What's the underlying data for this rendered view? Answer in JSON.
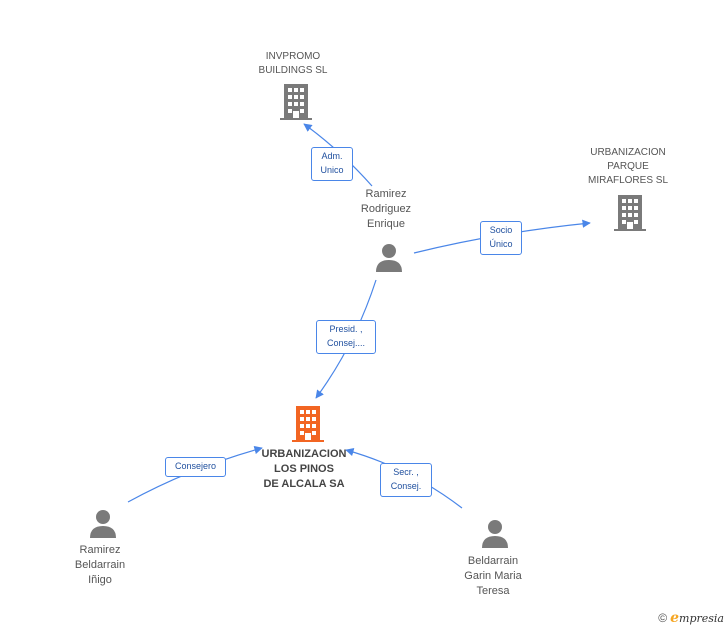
{
  "nodes": {
    "invpromo": {
      "lines": [
        "INVPROMO",
        "BUILDINGS  SL"
      ],
      "icon": "building-icon"
    },
    "parque": {
      "lines": [
        "URBANIZACION",
        "PARQUE",
        "MIRAFLORES SL"
      ],
      "icon": "building-icon"
    },
    "ramirez_enrique": {
      "lines": [
        "Ramirez",
        "Rodriguez",
        "Enrique"
      ],
      "icon": "person-icon"
    },
    "pinos": {
      "lines": [
        "URBANIZACION",
        "LOS PINOS",
        "DE ALCALA SA"
      ],
      "icon": "building-icon"
    },
    "ramirez_inigo": {
      "lines": [
        "Ramirez",
        "Beldarrain",
        "Iñigo"
      ],
      "icon": "person-icon"
    },
    "beldarrain": {
      "lines": [
        "Beldarrain",
        "Garin Maria",
        "Teresa"
      ],
      "icon": "person-icon"
    }
  },
  "edges": {
    "adm_unico": [
      "Adm.",
      "Unico"
    ],
    "socio_unico": [
      "Socio",
      "Único"
    ],
    "presid": [
      "Presid. ,",
      "Consej...."
    ],
    "consejero": [
      "Consejero"
    ],
    "secr": [
      "Secr. ,",
      "Consej."
    ]
  },
  "colors": {
    "node_gray": "#7a7a7a",
    "main_node": "#f26522",
    "edge_line": "#4a86e8"
  },
  "footer": {
    "copyright": "©",
    "brand_initial": "e",
    "brand_rest": "mpresia"
  }
}
